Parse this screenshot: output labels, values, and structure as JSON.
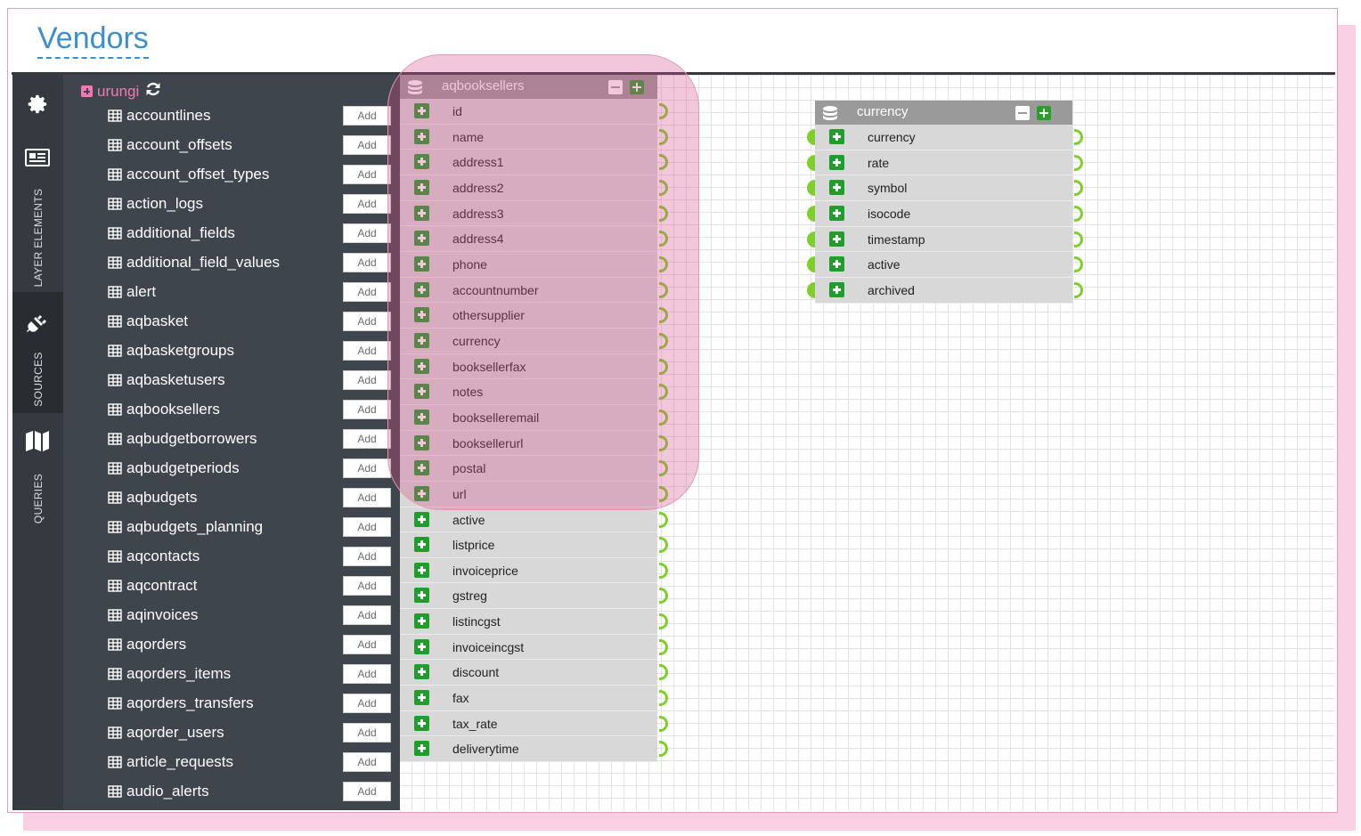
{
  "page": {
    "title": "Vendors"
  },
  "sidebar": {
    "sections": [
      {
        "label": "LAYER ELEMENTS",
        "icon": "gear-icon",
        "icon2": "newspaper-icon"
      },
      {
        "label": "SOURCES",
        "icon": "plug-icon"
      },
      {
        "label": "QUERIES",
        "icon": "map-icon"
      }
    ]
  },
  "sources": {
    "connection": {
      "name": "urungi",
      "icon": "plus-square-icon",
      "refresh_icon": "refresh-icon"
    },
    "add_label": "Add",
    "tables": [
      "accountlines",
      "account_offsets",
      "account_offset_types",
      "action_logs",
      "additional_fields",
      "additional_field_values",
      "alert",
      "aqbasket",
      "aqbasketgroups",
      "aqbasketusers",
      "aqbooksellers",
      "aqbudgetborrowers",
      "aqbudgetperiods",
      "aqbudgets",
      "aqbudgets_planning",
      "aqcontacts",
      "aqcontract",
      "aqinvoices",
      "aqorders",
      "aqorders_items",
      "aqorders_transfers",
      "aqorder_users",
      "article_requests",
      "audio_alerts"
    ]
  },
  "entities": [
    {
      "name": "aqbooksellers",
      "fields": [
        "id",
        "name",
        "address1",
        "address2",
        "address3",
        "address4",
        "phone",
        "accountnumber",
        "othersupplier",
        "currency",
        "booksellerfax",
        "notes",
        "bookselleremail",
        "booksellerurl",
        "postal",
        "url",
        "active",
        "listprice",
        "invoiceprice",
        "gstreg",
        "listincgst",
        "invoiceincgst",
        "discount",
        "fax",
        "tax_rate",
        "deliverytime"
      ]
    },
    {
      "name": "currency",
      "fields": [
        "currency",
        "rate",
        "symbol",
        "isocode",
        "timestamp",
        "active",
        "archived"
      ]
    }
  ],
  "colors": {
    "title": "#3b8fd0",
    "sidebar_bg": "#343a40",
    "panel_bg": "#3f454c",
    "connection": "#f07bb4",
    "field_add": "#1f9e2b",
    "port": "#7fcf2a",
    "highlight": "#d6508c"
  }
}
